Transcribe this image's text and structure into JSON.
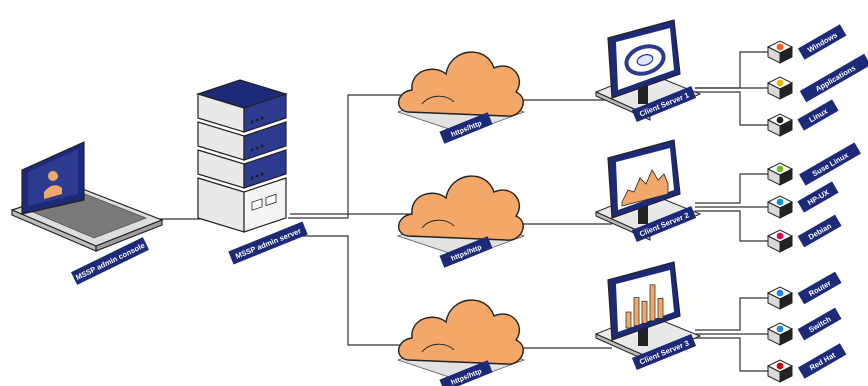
{
  "colors": {
    "navy": "#1c2a78",
    "cloud": "#f3a869",
    "screen": "#2c3a8f",
    "metal": "#e9e9e9",
    "line": "#333333"
  },
  "nodes": {
    "console": {
      "label": "MSSP admin console"
    },
    "server": {
      "label": "MSSP admin server"
    }
  },
  "clouds": [
    {
      "label": "https/http"
    },
    {
      "label": "https/http"
    },
    {
      "label": "https/http"
    }
  ],
  "clients": [
    {
      "label": "Client Server 1",
      "screen_icon": "ring-icon",
      "systems": [
        {
          "label": "Windows",
          "icon": "windows-icon",
          "color": "#ff5a1f"
        },
        {
          "label": "Applications",
          "icon": "applications-icon",
          "color": "#e6b800"
        },
        {
          "label": "Linux",
          "icon": "linux-tux-icon",
          "color": "#222222"
        }
      ]
    },
    {
      "label": "Client Server 2",
      "screen_icon": "area-chart-icon",
      "systems": [
        {
          "label": "Suse Linux",
          "icon": "suse-icon",
          "color": "#73ba25"
        },
        {
          "label": "HP-UX",
          "icon": "hp-icon",
          "color": "#0096d6"
        },
        {
          "label": "Debian",
          "icon": "debian-icon",
          "color": "#d70a53"
        }
      ]
    },
    {
      "label": "Client Server 3",
      "screen_icon": "bar-chart-icon",
      "systems": [
        {
          "label": "Router",
          "icon": "router-icon",
          "color": "#1e88e5"
        },
        {
          "label": "Switch",
          "icon": "switch-icon",
          "color": "#1e88e5"
        },
        {
          "label": "Red Hat",
          "icon": "redhat-icon",
          "color": "#cc0000"
        }
      ]
    }
  ]
}
